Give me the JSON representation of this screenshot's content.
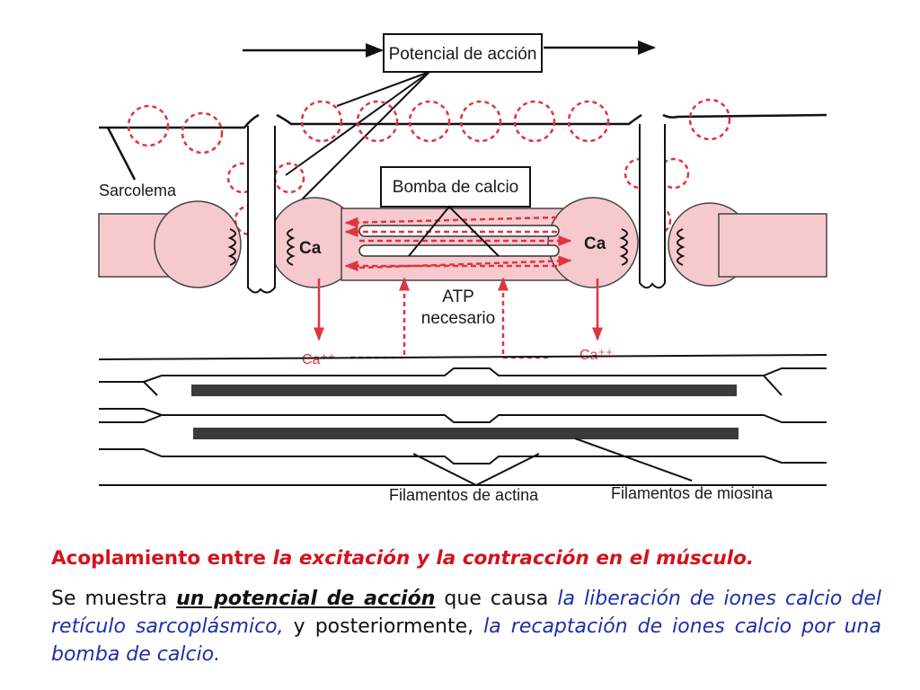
{
  "diagram": {
    "label_action_potential": "Potencial de acción",
    "label_sarcolemma": "Sarcolema",
    "label_calcium_pump": "Bomba de calcio",
    "label_ca_left": "Ca",
    "label_ca_right": "Ca",
    "label_ca_ion_left": "Ca⁺⁺",
    "label_ca_ion_right": "Ca⁺⁺",
    "label_atp_line1": "ATP",
    "label_atp_line2": "necesario",
    "label_actin": "Filamentos de actina",
    "label_myosin": "Filamentos de miosina",
    "colors": {
      "reticulum": "#f6c9cf",
      "arrow_red": "#e0343f",
      "line": "#111111",
      "myosin": "#3a3a3a"
    }
  },
  "caption": {
    "title_part1": "Acoplamiento entre ",
    "title_part2": "la excitación y la contracción en el músculo.",
    "body_part1": "Se muestra ",
    "body_part2": "un potencial de acción",
    "body_part3": " que causa ",
    "body_part4": "la liberación de iones calcio del retículo sarcoplásmico,",
    "body_part5": " y posteriormente, ",
    "body_part6": "la recaptación de iones calcio por una bomba de calcio."
  }
}
